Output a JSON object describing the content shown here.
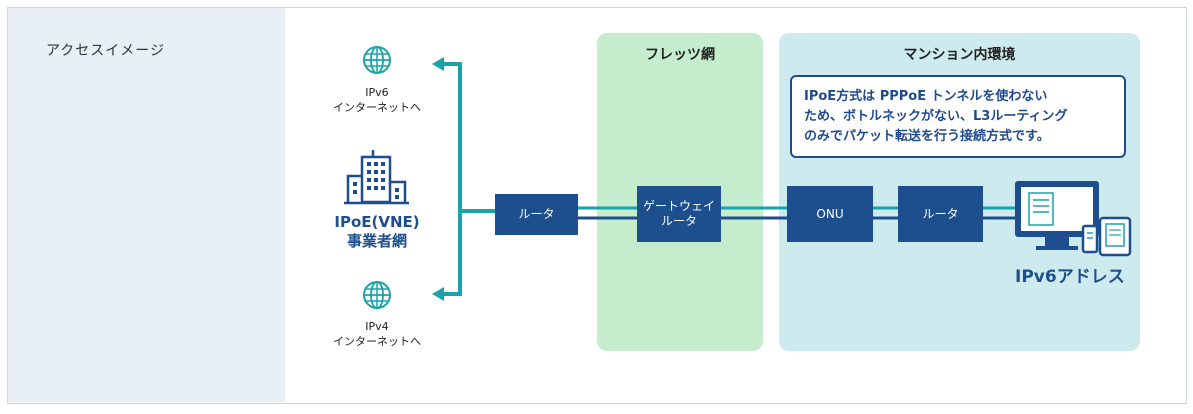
{
  "left_panel": {
    "title": "アクセスイメージ"
  },
  "zones": {
    "flets": "フレッツ網",
    "mansion": "マンション内環境"
  },
  "callout": "IPoE方式は PPPoE トンネルを使わない\nため、ボトルネックがない、L3ルーティング\nのみでパケット転送を行う接続方式です。",
  "internet": {
    "ipv6": "IPv6\nインターネットへ",
    "ipv4": "IPv4\nインターネットへ"
  },
  "provider": "IPoE(VNE)\n事業者網",
  "boxes": {
    "router1": "ルータ",
    "gateway": "ゲートウェイ\nルータ",
    "onu": "ONU",
    "router2": "ルータ"
  },
  "device_label": "IPv6アドレス",
  "colors": {
    "navy": "#1d4f8f",
    "teal": "#1aa3a8",
    "flets_bg": "#c6ecce",
    "mansion_bg": "#cdebef",
    "left_bg": "#e8eff7"
  },
  "icons": [
    "globe-icon",
    "building-icon",
    "monitor-icon",
    "phone-icon",
    "tablet-icon"
  ]
}
